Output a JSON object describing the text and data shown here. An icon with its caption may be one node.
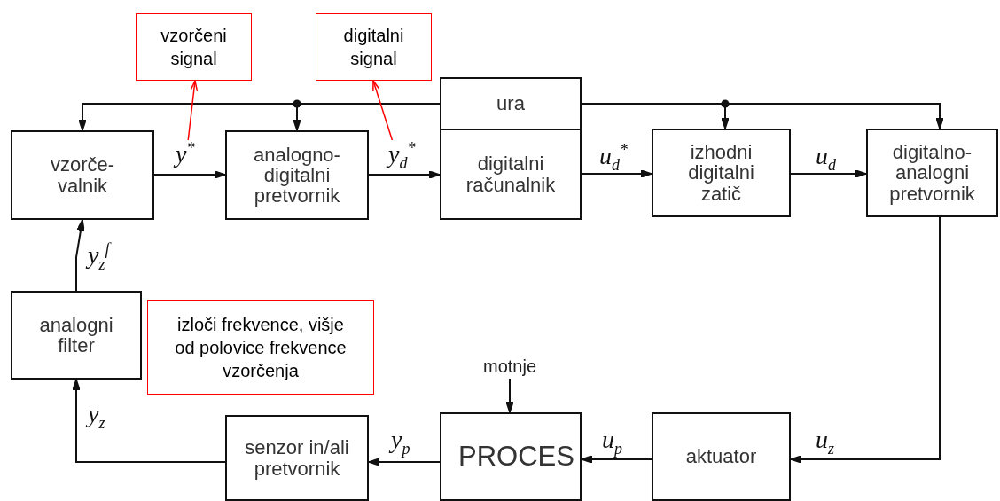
{
  "diagram": {
    "nodes": [
      {
        "text": [
          "vzorčeni signal"
        ]
      },
      {
        "text": [
          "digitalni signal"
        ]
      },
      {
        "text": [
          "ura"
        ]
      },
      {
        "text": [
          "vzorče-valnik"
        ]
      },
      {
        "text": [
          "analogno-digitalni pretvornik"
        ]
      },
      {
        "text": [
          "digitalni računalnik"
        ]
      },
      {
        "text": [
          "izhodni digitalni zatič"
        ]
      },
      {
        "text": [
          "digitalno-analogni pretvornik"
        ]
      },
      {
        "text": [
          "analogni filter"
        ]
      },
      {
        "text": [
          "izloči frekvence, višje od polovice frekvence vzorčenja"
        ]
      },
      {
        "text": [
          "motnje"
        ]
      },
      {
        "text": [
          "senzor in/ali pretvornik"
        ]
      },
      {
        "text": [
          "PROCES"
        ]
      },
      {
        "text": [
          "aktuator"
        ]
      }
    ],
    "edges": [
      {
        "from": 2,
        "to": 3,
        "arrow": "to"
      },
      {
        "from": 2,
        "to": 4,
        "arrow": "to"
      },
      {
        "from": 2,
        "to": 6,
        "arrow": "to"
      },
      {
        "from": 2,
        "to": 7,
        "arrow": "to"
      },
      {
        "from": 3,
        "to": 4,
        "arrow": "to",
        "label": "y$^{*}$"
      },
      {
        "from": 4,
        "to": 5,
        "arrow": "to",
        "label": "y$_{d}$$^{*}$"
      },
      {
        "from": 5,
        "to": 6,
        "arrow": "to",
        "label": "u$_{d}$$^{*}$"
      },
      {
        "from": 6,
        "to": 7,
        "arrow": "to",
        "label": "u$_{d}$"
      },
      {
        "from": 7,
        "to": 13,
        "arrow": "to",
        "label": "u$_{z}$"
      },
      {
        "from": 13,
        "to": 12,
        "arrow": "to",
        "label": "u$_{p}$"
      },
      {
        "from": 12,
        "to": 11,
        "arrow": "to",
        "label": "y$_{p}$"
      },
      {
        "from": 11,
        "to": 8,
        "arrow": "to",
        "label": "y$_{z}$"
      },
      {
        "from": 8,
        "to": 3,
        "arrow": "to",
        "label": "y$_{z}$$^{f}$"
      },
      {
        "from": 10,
        "to": 12,
        "arrow": "to"
      },
      {
        "from": null,
        "to": 0,
        "arrow": "to",
        "color": "#ff0000"
      },
      {
        "from": null,
        "to": 1,
        "arrow": "to",
        "color": "#ff0000"
      }
    ]
  }
}
